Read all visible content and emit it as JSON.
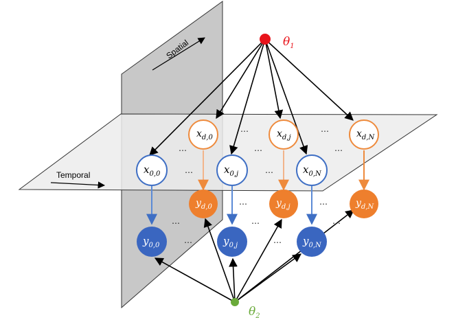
{
  "planes": {
    "temporal_label": "Temporal",
    "spatial_label": "Spatial"
  },
  "params": {
    "theta1": {
      "symbol": "θ",
      "sub": "1",
      "color": "#e8141b"
    },
    "theta2": {
      "symbol": "θ",
      "sub": "2",
      "color": "#6aaa3a"
    }
  },
  "nodes": {
    "x00": {
      "var": "x",
      "sub": "0,0"
    },
    "x0j": {
      "var": "x",
      "sub": "0,j"
    },
    "x0N": {
      "var": "x",
      "sub": "0,N"
    },
    "xd0": {
      "var": "x",
      "sub": "d,0"
    },
    "xdj": {
      "var": "x",
      "sub": "d,j"
    },
    "xdN": {
      "var": "x",
      "sub": "d,N"
    },
    "yd0": {
      "var": "y",
      "sub": "d,0"
    },
    "ydj": {
      "var": "y",
      "sub": "d,j"
    },
    "ydN": {
      "var": "y",
      "sub": "d,N"
    },
    "y00": {
      "var": "y",
      "sub": "0,0"
    },
    "y0j": {
      "var": "y",
      "sub": "0,j"
    },
    "y0N": {
      "var": "y",
      "sub": "0,N"
    }
  },
  "ellipsis": "…",
  "colors": {
    "blue_stroke": "#3f6fc4",
    "blue_fill": "#3a66c0",
    "orange_stroke": "#ee8a3c",
    "orange_fill": "#ee7f2d",
    "orange_arrow": "#f2b48a",
    "blue_arrow": "#5b8ad6",
    "plane_spatial": "#c8c8c8",
    "plane_temporal": "#eeeeee"
  }
}
